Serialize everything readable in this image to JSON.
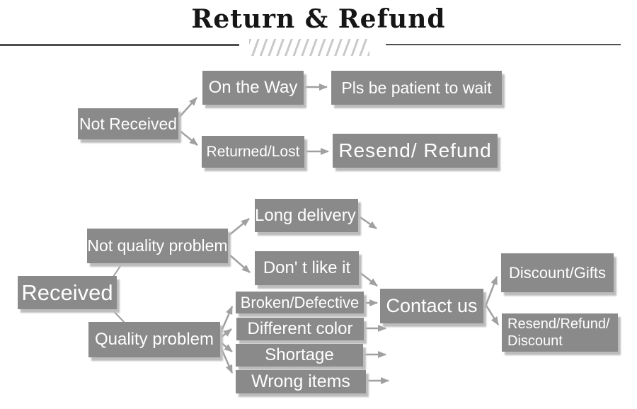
{
  "header": {
    "title": "Return & Refund"
  },
  "nodes": {
    "not_received": "Not Received",
    "on_the_way": "On the Way",
    "pls_be_patient": "Pls be patient to wait",
    "returned_lost": "Returned/Lost",
    "resend_refund": "Resend/ Refund",
    "received": "Received",
    "not_quality_problem": "Not quality problem",
    "long_delivery": "Long delivery",
    "dont_like_it": "Don' t like it",
    "quality_problem": "Quality problem",
    "broken_defective": "Broken/Defective",
    "different_color": "Different color",
    "shortage": "Shortage",
    "wrong_items": "Wrong items",
    "contact_us": "Contact us",
    "discount_gifts": "Discount/Gifts",
    "resend_refund_discount": "Resend/Refund/\nDiscount"
  },
  "edges": [
    {
      "from": "not_received",
      "to": "on_the_way",
      "arrow": true
    },
    {
      "from": "not_received",
      "to": "returned_lost",
      "arrow": true
    },
    {
      "from": "on_the_way",
      "to": "pls_be_patient",
      "arrow": true
    },
    {
      "from": "returned_lost",
      "to": "resend_refund",
      "arrow": true
    },
    {
      "from": "received",
      "to": "not_quality_problem",
      "arrow": false
    },
    {
      "from": "received",
      "to": "quality_problem",
      "arrow": false
    },
    {
      "from": "not_quality_problem",
      "to": "long_delivery",
      "arrow": true
    },
    {
      "from": "not_quality_problem",
      "to": "dont_like_it",
      "arrow": true
    },
    {
      "from": "long_delivery",
      "to": "open",
      "arrow": true
    },
    {
      "from": "dont_like_it",
      "to": "contact_us",
      "arrow": true
    },
    {
      "from": "quality_problem",
      "to": "broken_defective",
      "arrow": true
    },
    {
      "from": "quality_problem",
      "to": "different_color",
      "arrow": true
    },
    {
      "from": "quality_problem",
      "to": "shortage",
      "arrow": true
    },
    {
      "from": "quality_problem",
      "to": "wrong_items",
      "arrow": true
    },
    {
      "from": "broken_defective",
      "to": "contact_us",
      "arrow": true
    },
    {
      "from": "different_color",
      "to": "open",
      "arrow": true
    },
    {
      "from": "shortage",
      "to": "open",
      "arrow": true
    },
    {
      "from": "wrong_items",
      "to": "open",
      "arrow": true
    },
    {
      "from": "contact_us",
      "to": "discount_gifts",
      "arrow": true
    },
    {
      "from": "contact_us",
      "to": "resend_refund_discount",
      "arrow": true
    }
  ],
  "colors": {
    "box_bg": "#8a8a8a",
    "box_text": "#ffffff",
    "arrow": "#a0a0a0",
    "rule": "#4f4f4f",
    "title": "#161616",
    "hatch": "#c9c9c9"
  }
}
